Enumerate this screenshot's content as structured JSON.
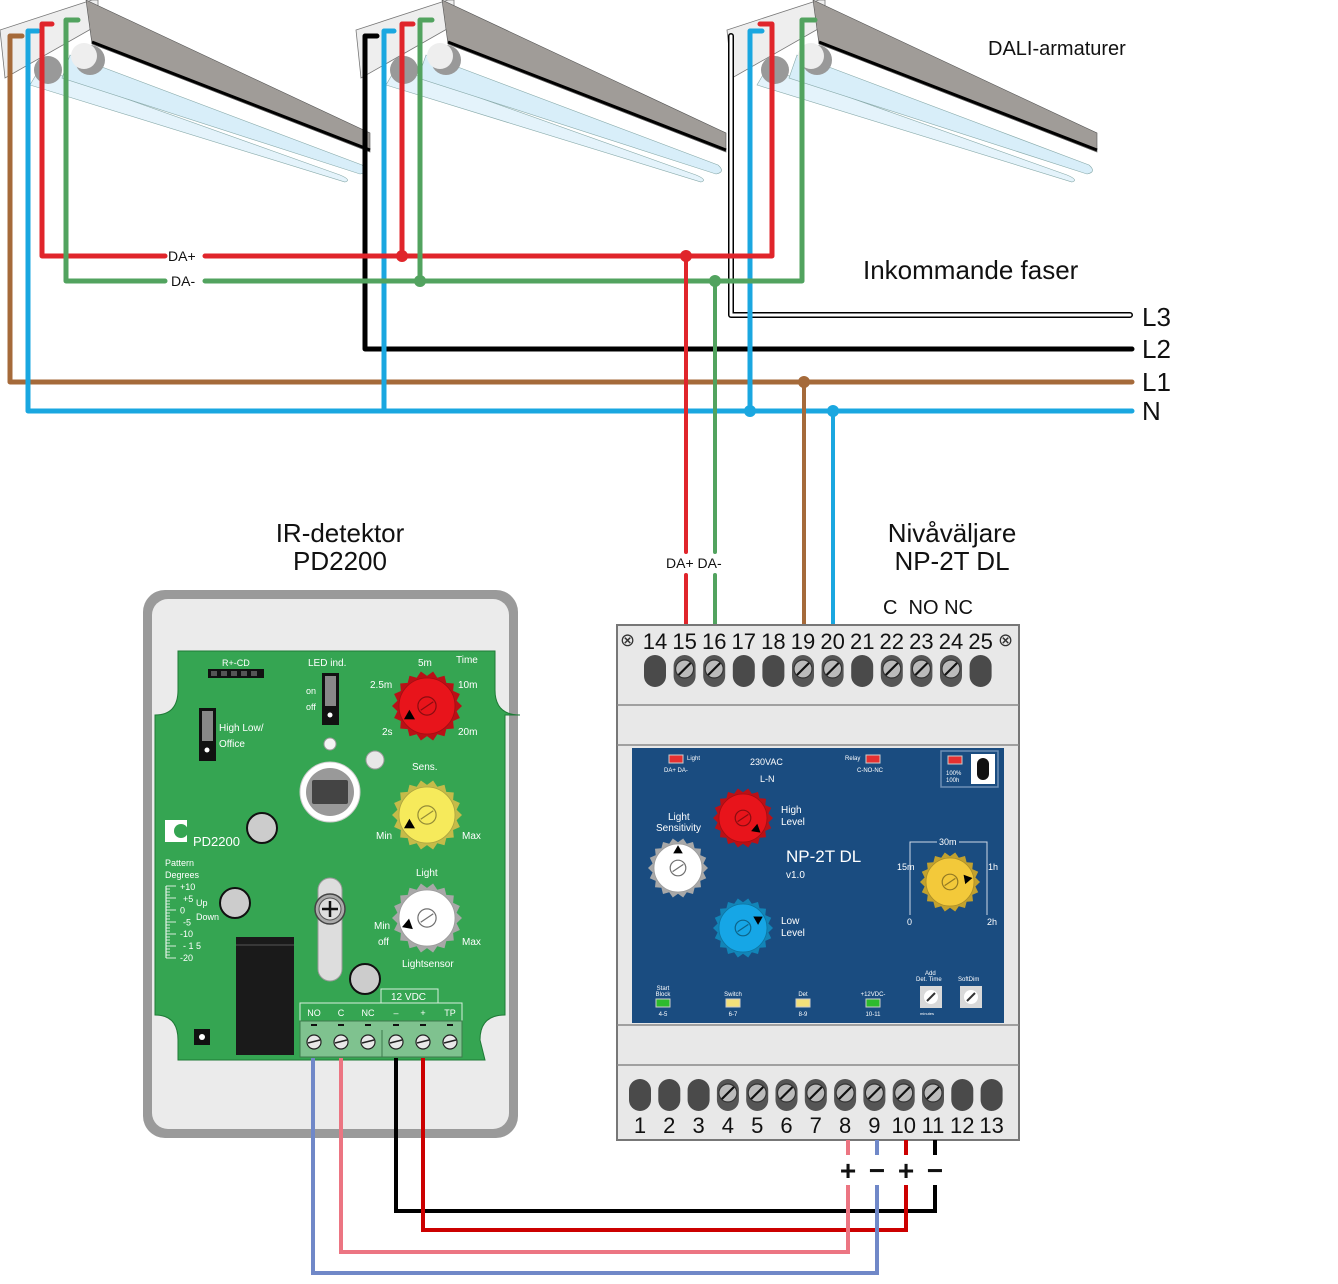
{
  "title_luminaires": "DALI-armaturer",
  "title_incoming": "Inkommande faser",
  "phases": [
    {
      "label": "L3",
      "color": "#ffffff"
    },
    {
      "label": "L2",
      "color": "#000000"
    },
    {
      "label": "L1",
      "color": "#a56a3a"
    },
    {
      "label": "N",
      "color": "#1aa7e0"
    }
  ],
  "dali_bus": {
    "plus_label": "DA+",
    "minus_label": "DA-",
    "plus_color": "#e0252b",
    "minus_color": "#52a35f",
    "drop_label": "DA+ DA-"
  },
  "wire_colors": {
    "brown": "#a56a3a",
    "blue": "#1aa7e0",
    "red": "#e0252b",
    "green": "#52a35f",
    "black": "#000000",
    "pink": "#ec7582",
    "lavender": "#7088c8",
    "darkred": "#cc0000"
  },
  "ir_detector": {
    "title_line1": "IR-detektor",
    "title_line2": "PD2200",
    "model": "PD2200",
    "header_label": "R+-CD",
    "led_ind_label": "LED ind.",
    "led_on": "on",
    "led_off": "off",
    "jumper_label_1": "High Low/",
    "jumper_label_2": "Office",
    "time_dial": {
      "title": "Time",
      "marks": [
        "5m",
        "2.5m",
        "10m",
        "2s",
        "20m"
      ],
      "color": "#e8141b"
    },
    "sens_dial": {
      "title": "Sens.",
      "min": "Min",
      "max": "Max",
      "color": "#f6ea5b"
    },
    "light_dial": {
      "title": "Light",
      "min": "Min",
      "off": "off",
      "max": "Max",
      "footer": "Lightsensor",
      "color": "#ffffff"
    },
    "pattern_title_1": "Pattern",
    "pattern_title_2": "Degrees",
    "pattern_scale": [
      "+10",
      "+5",
      "0",
      "-5",
      "-10",
      "- 1 5",
      "-20"
    ],
    "pattern_up": "Up",
    "pattern_down": "Down",
    "supply_label": "12 VDC",
    "terminals": [
      "NO",
      "C",
      "NC",
      "–",
      "+",
      "TP"
    ]
  },
  "level_selector": {
    "title_line1": "Nivåväljare",
    "title_line2": "NP-2T DL",
    "model": "NP-2T DL",
    "version": "v1.0",
    "top_relay_label": "C  NO NC",
    "top_terminals": [
      "14",
      "15",
      "16",
      "17",
      "18",
      "19",
      "20",
      "21",
      "22",
      "23",
      "24",
      "25"
    ],
    "top_screws": [
      false,
      true,
      true,
      false,
      false,
      true,
      true,
      false,
      true,
      true,
      true,
      false
    ],
    "bottom_terminals": [
      "1",
      "2",
      "3",
      "4",
      "5",
      "6",
      "7",
      "8",
      "9",
      "10",
      "11",
      "12",
      "13"
    ],
    "bottom_screws": [
      false,
      false,
      false,
      true,
      true,
      true,
      true,
      true,
      true,
      true,
      true,
      false,
      false
    ],
    "polarity": [
      "+",
      "−",
      "+",
      "−"
    ],
    "indicator_light": "Light",
    "indicator_light_sub": "DA+ DA-",
    "supply_1": "230VAC",
    "supply_2": "L-N",
    "indicator_relay": "Relay",
    "indicator_relay_sub": "C-NO-NC",
    "mode_1": "100%",
    "mode_2": "100h",
    "light_sens_1": "Light",
    "light_sens_2": "Sensitivity",
    "high_level_1": "High",
    "high_level_2": "Level",
    "low_level_1": "Low",
    "low_level_2": "Level",
    "timer_marks": [
      "30m",
      "15m",
      "1h",
      "0",
      "2h"
    ],
    "status_leds": [
      {
        "label1": "Start",
        "label2": "Block",
        "pins": "4-5",
        "color": "#2dbb2d"
      },
      {
        "label1": "",
        "label2": "Switch",
        "pins": "6-7",
        "color": "#f3e07a"
      },
      {
        "label1": "",
        "label2": "Det",
        "pins": "8-9",
        "color": "#f3e07a"
      },
      {
        "label1": "",
        "label2": "+12VDC-",
        "pins": "10-11",
        "color": "#2dbb2d"
      }
    ],
    "add_det_time_1": "Add",
    "add_det_time_2": "Det. Time",
    "add_det_time_unit": "minutes",
    "softdim": "SoftDim",
    "dial_colors": {
      "high": "#e8141b",
      "low": "#16a6e6",
      "sens": "#ffffff",
      "timer": "#f3c93a"
    }
  }
}
